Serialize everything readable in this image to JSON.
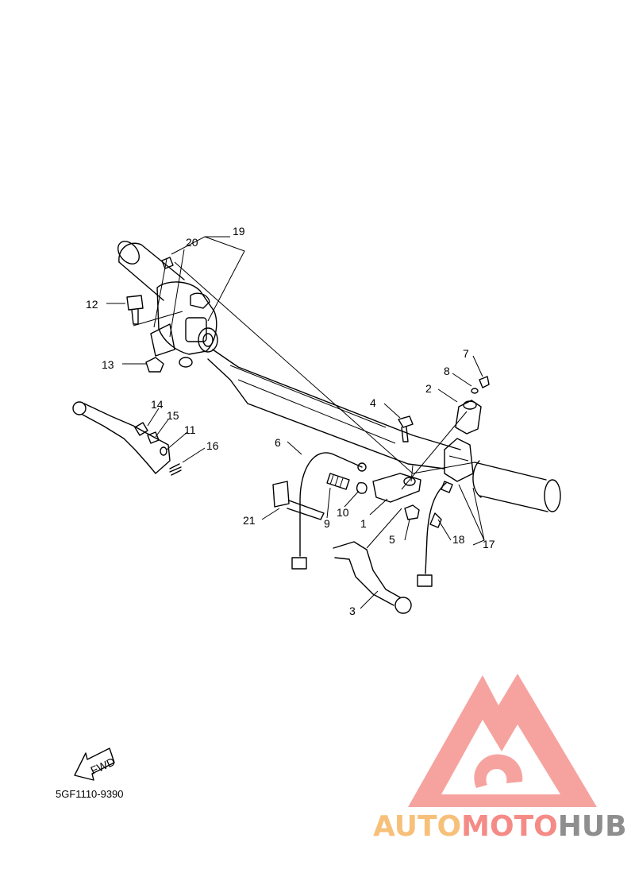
{
  "diagram": {
    "code": "5GF1110-9390",
    "fwd_label": "FWD",
    "callouts": [
      {
        "id": "c1",
        "text": "1"
      },
      {
        "id": "c2",
        "text": "2"
      },
      {
        "id": "c3",
        "text": "3"
      },
      {
        "id": "c4",
        "text": "4"
      },
      {
        "id": "c5",
        "text": "5"
      },
      {
        "id": "c6",
        "text": "6"
      },
      {
        "id": "c7",
        "text": "7"
      },
      {
        "id": "c8",
        "text": "8"
      },
      {
        "id": "c9",
        "text": "9"
      },
      {
        "id": "c10",
        "text": "10"
      },
      {
        "id": "c11",
        "text": "11"
      },
      {
        "id": "c12",
        "text": "12"
      },
      {
        "id": "c13",
        "text": "13"
      },
      {
        "id": "c14",
        "text": "14"
      },
      {
        "id": "c15",
        "text": "15"
      },
      {
        "id": "c16",
        "text": "16"
      },
      {
        "id": "c17",
        "text": "17"
      },
      {
        "id": "c18",
        "text": "18"
      },
      {
        "id": "c19",
        "text": "19"
      },
      {
        "id": "c20",
        "text": "20"
      },
      {
        "id": "c21",
        "text": "21"
      }
    ]
  },
  "watermark": {
    "part1": "AUTO",
    "part2": "MOTO",
    "part3": "HUB",
    "colors": {
      "auto": "#f7c07a",
      "moto": "#f58b86",
      "hub": "#8e8e8e",
      "logo": "#f6a3a0"
    }
  }
}
